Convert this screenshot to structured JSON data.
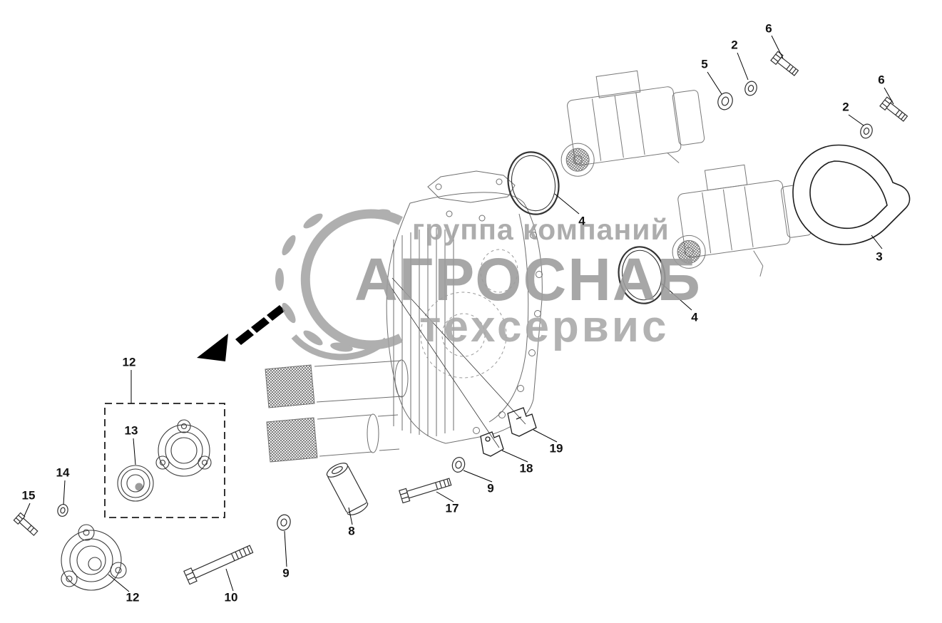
{
  "watermark": {
    "line1": "группа компаний",
    "line2": "АГРОСНАБ",
    "line3": "техсервис",
    "color": "#9e9e9e",
    "logo_icon": "laurel-wreath"
  },
  "diagram": {
    "type": "exploded-parts-diagram",
    "callouts": [
      {
        "label": "6"
      },
      {
        "label": "2"
      },
      {
        "label": "5"
      },
      {
        "label": "6"
      },
      {
        "label": "2"
      },
      {
        "label": "3"
      },
      {
        "label": "4"
      },
      {
        "label": "4"
      },
      {
        "label": "12"
      },
      {
        "label": "13"
      },
      {
        "label": "14"
      },
      {
        "label": "15"
      },
      {
        "label": "12"
      },
      {
        "label": "10"
      },
      {
        "label": "9"
      },
      {
        "label": "8"
      },
      {
        "label": "17"
      },
      {
        "label": "9"
      },
      {
        "label": "18"
      },
      {
        "label": "19"
      }
    ]
  },
  "colors": {
    "background": "#ffffff",
    "drawing_line": "#6b6b6b",
    "hardware_line": "#2e2e2e",
    "callout_text": "#111111",
    "arrow": "#000000",
    "watermark": "#9e9e9e"
  }
}
